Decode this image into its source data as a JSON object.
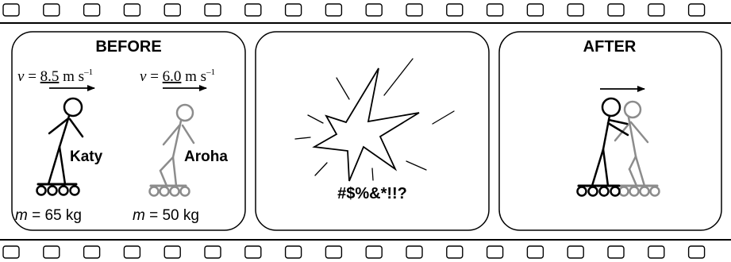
{
  "panels": {
    "before": {
      "heading": "BEFORE",
      "katy": {
        "name": "Katy",
        "velocity_symbol": "v",
        "velocity_value": "8.5",
        "velocity_unit": "m s",
        "velocity_exponent": "–1",
        "mass_symbol": "m",
        "mass_value": "65",
        "mass_unit": "kg"
      },
      "aroha": {
        "name": "Aroha",
        "velocity_symbol": "v",
        "velocity_value": "6.0",
        "velocity_unit": "m s",
        "velocity_exponent": "–1",
        "mass_symbol": "m",
        "mass_value": "50",
        "mass_unit": "kg"
      }
    },
    "collision": {
      "exclamation": "#$%&*!!?"
    },
    "after": {
      "heading": "AFTER"
    }
  },
  "colors": {
    "katy": "#000000",
    "aroha": "#8c8c8c",
    "outline": "#000000"
  }
}
